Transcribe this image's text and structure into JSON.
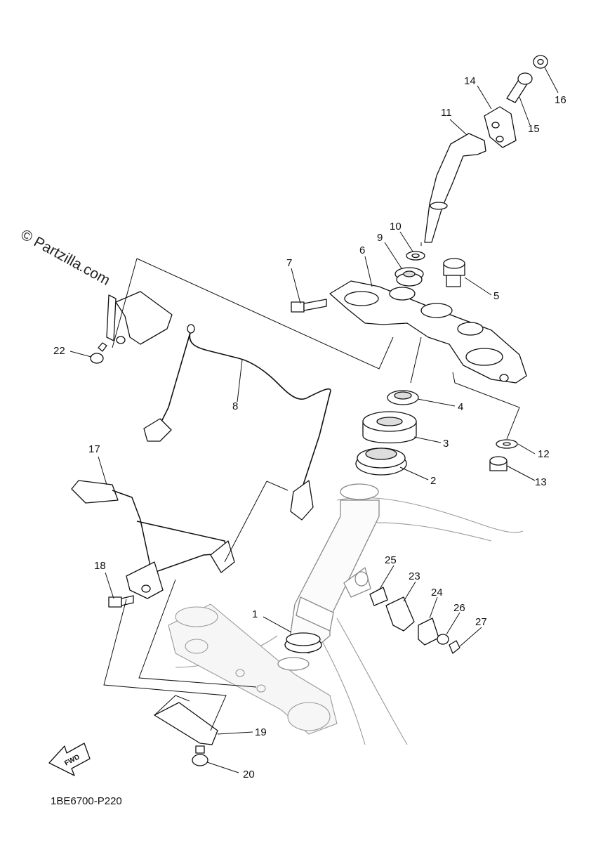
{
  "watermark": "© Partzilla.com",
  "diagram_code": "1BE6700-P220",
  "fwd_label": "FWD",
  "callouts": [
    {
      "id": "c1",
      "label": "1"
    },
    {
      "id": "c2",
      "label": "2"
    },
    {
      "id": "c3",
      "label": "3"
    },
    {
      "id": "c4",
      "label": "4"
    },
    {
      "id": "c5",
      "label": "5"
    },
    {
      "id": "c6",
      "label": "6"
    },
    {
      "id": "c7",
      "label": "7"
    },
    {
      "id": "c8",
      "label": "8"
    },
    {
      "id": "c9",
      "label": "9"
    },
    {
      "id": "c10",
      "label": "10"
    },
    {
      "id": "c11",
      "label": "11"
    },
    {
      "id": "c12",
      "label": "12"
    },
    {
      "id": "c13",
      "label": "13"
    },
    {
      "id": "c14",
      "label": "14"
    },
    {
      "id": "c15",
      "label": "15"
    },
    {
      "id": "c16",
      "label": "16"
    },
    {
      "id": "c17",
      "label": "17"
    },
    {
      "id": "c18",
      "label": "18"
    },
    {
      "id": "c19",
      "label": "19"
    },
    {
      "id": "c20",
      "label": "20"
    },
    {
      "id": "c22",
      "label": "22"
    },
    {
      "id": "c23",
      "label": "23"
    },
    {
      "id": "c24",
      "label": "24"
    },
    {
      "id": "c25",
      "label": "25"
    },
    {
      "id": "c26",
      "label": "26"
    },
    {
      "id": "c27",
      "label": "27"
    }
  ]
}
